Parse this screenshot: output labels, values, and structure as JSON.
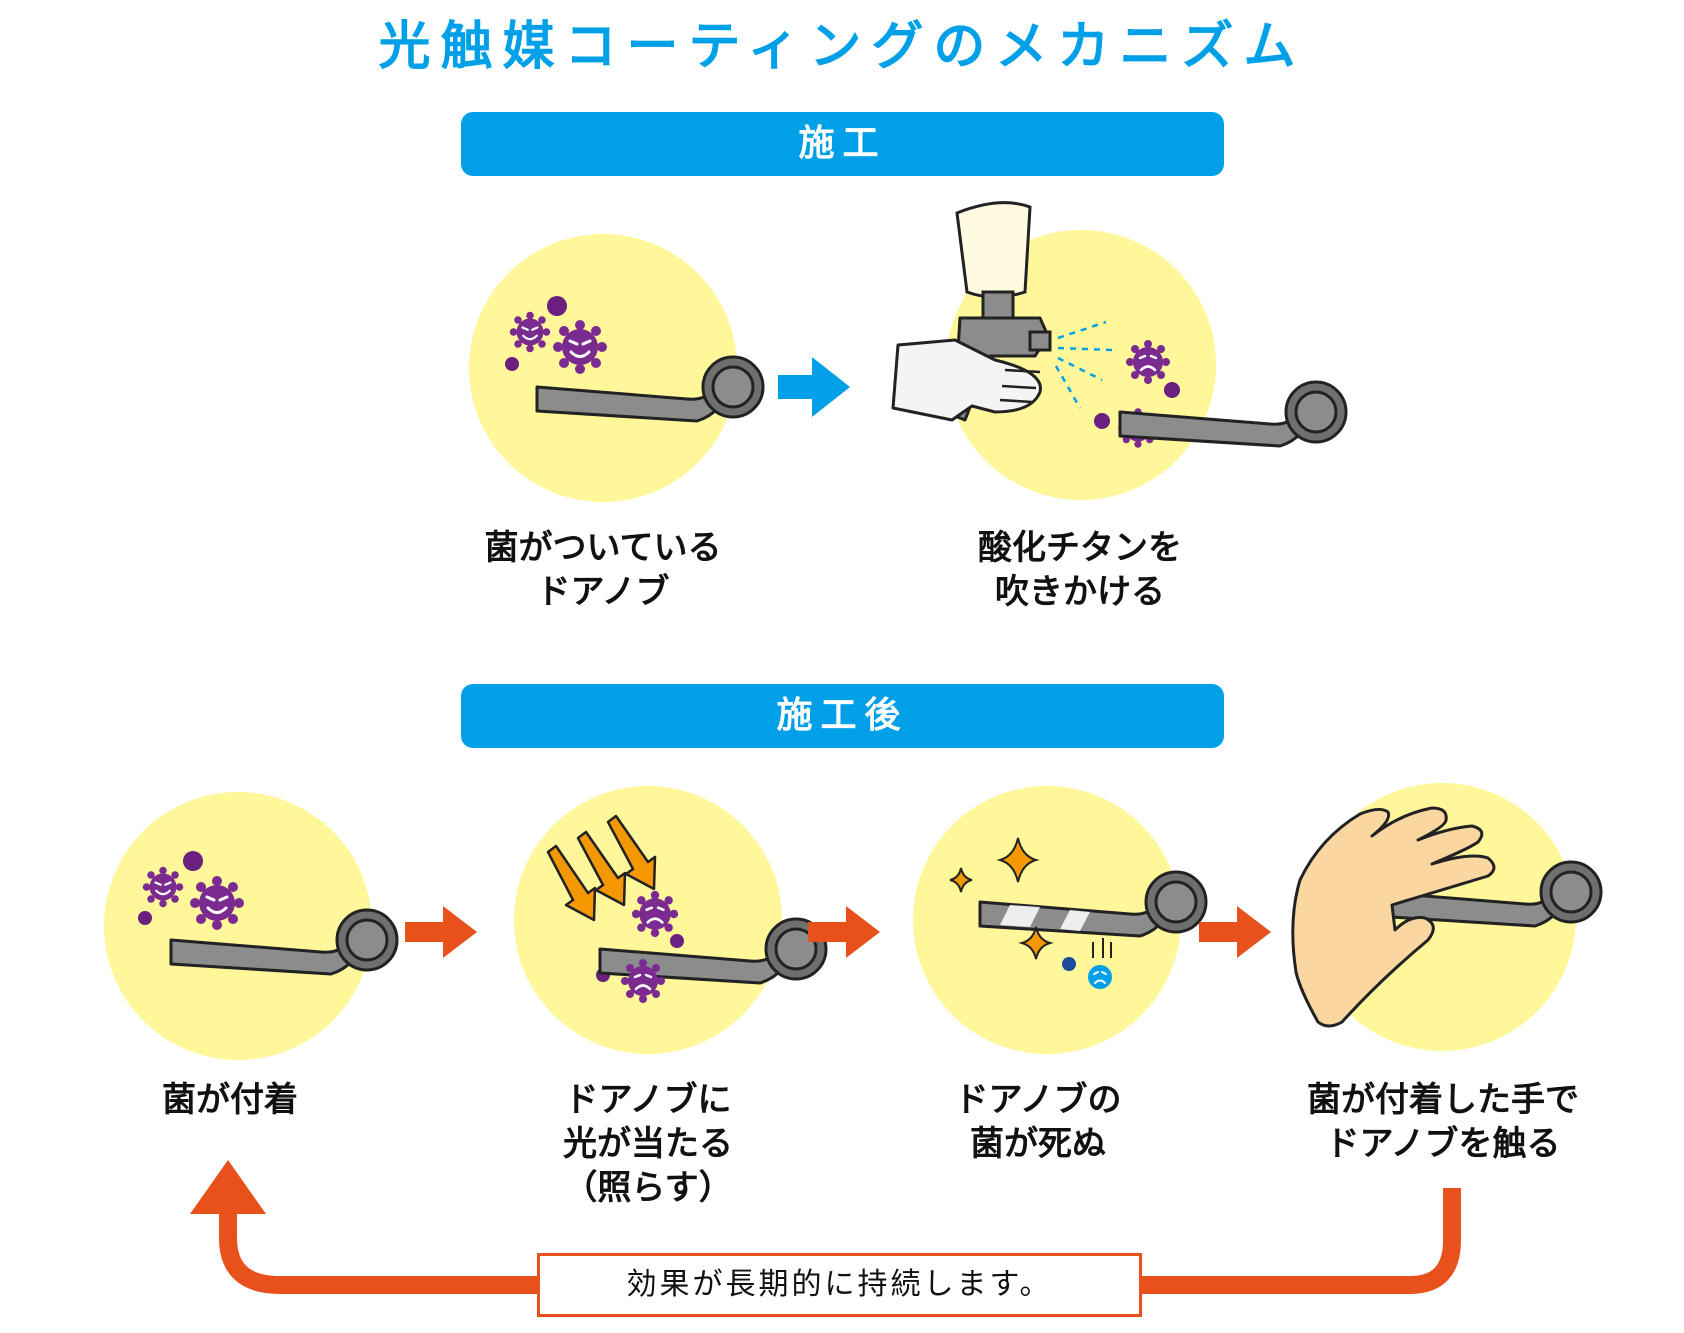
{
  "title": "光触媒コーティングのメカニズム",
  "colors": {
    "accent_blue": "#00a0e9",
    "bar_blue": "#00a0e9",
    "circle_yellow": "#fff799",
    "arrow_orange": "#e8501c",
    "germ_purple": "#7b2a8f",
    "handle_gray": "#8c8c8c"
  },
  "sections": [
    {
      "label": "施工",
      "steps": [
        {
          "lines": [
            "菌がついている",
            "ドアノブ"
          ]
        },
        {
          "lines": [
            "酸化チタンを",
            "吹きかける"
          ]
        }
      ]
    },
    {
      "label": "施工後",
      "steps": [
        {
          "lines": [
            "菌が付着"
          ]
        },
        {
          "lines": [
            "ドアノブに",
            "光が当たる",
            "（照らす）"
          ]
        },
        {
          "lines": [
            "ドアノブの",
            "菌が死ぬ"
          ]
        },
        {
          "lines": [
            "菌が付着した手で",
            "ドアノブを触る"
          ]
        }
      ]
    }
  ],
  "loop_note": "効果が長期的に持続します。",
  "icons": [
    "germ-icon",
    "door-lever-icon",
    "spray-gun-icon",
    "light-ray-icon",
    "sparkle-icon",
    "hand-icon",
    "arrow-right-icon",
    "loop-arrow-icon"
  ]
}
